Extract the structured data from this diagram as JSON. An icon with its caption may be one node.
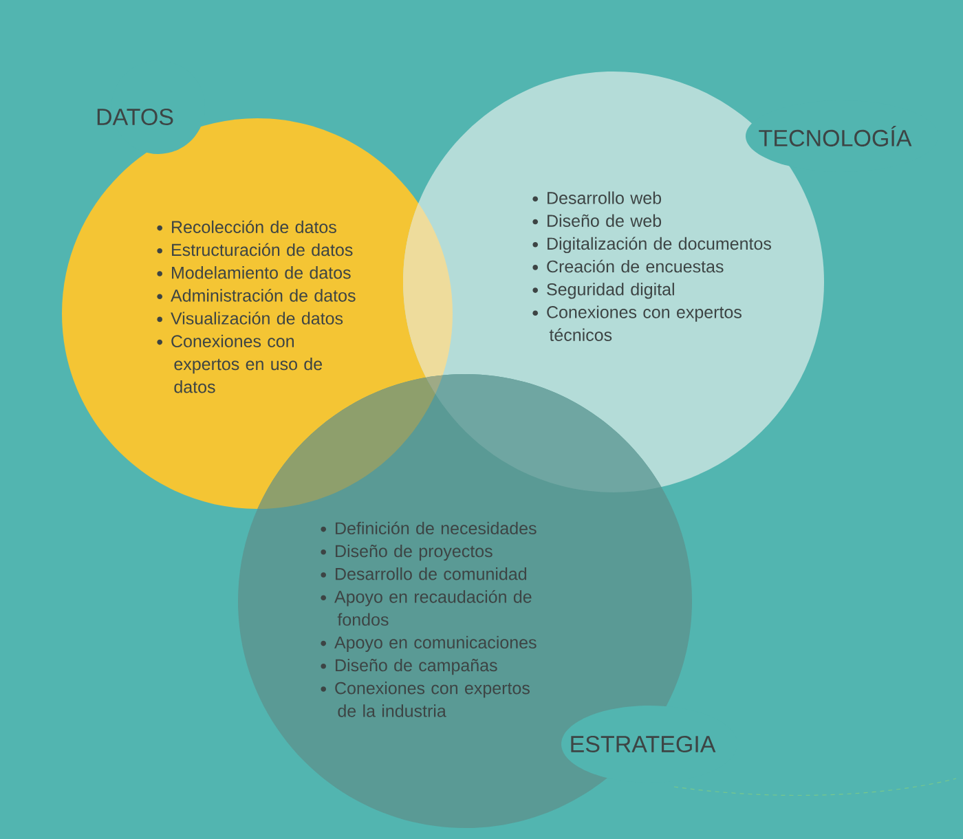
{
  "diagram": {
    "nodes": [
      {
        "text": [
          "DATOS",
          "Recolección de datos",
          "Estructuración de datos",
          "Modelamiento de datos",
          "Administración de datos",
          "Visualización de datos",
          "Conexiones con expertos en uso de datos"
        ]
      },
      {
        "text": [
          "TECNOLOGÍA",
          "Desarrollo web",
          "Diseño de web",
          "Digitalización de documentos",
          "Creación de encuestas",
          "Seguridad digital",
          "Conexiones con expertos técnicos"
        ]
      },
      {
        "text": [
          "ESTRATEGIA",
          "Definición de necesidades",
          "Diseño de proyectos",
          "Desarrollo de comunidad",
          "Apoyo en recaudación de fondos",
          "Apoyo en comunicaciones",
          "Diseño de campañas",
          "Conexiones con expertos de la industria"
        ]
      }
    ]
  }
}
